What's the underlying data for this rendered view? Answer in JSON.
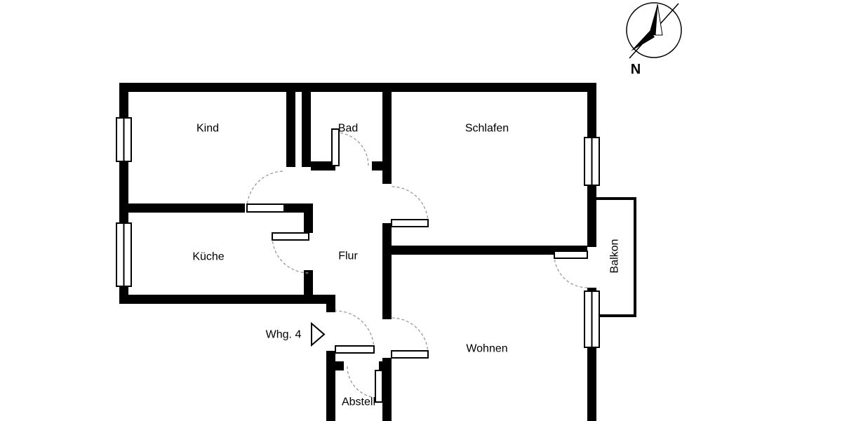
{
  "labels": {
    "kind": "Kind",
    "bad": "Bad",
    "schlafen": "Schlafen",
    "kueche": "Küche",
    "flur": "Flur",
    "wohnen": "Wohnen",
    "abstell": "Abstell",
    "balkon": "Balkon",
    "unit": "Whg. 4",
    "compass_north": "N"
  },
  "icons": {
    "compass": "compass-rose",
    "entrance_marker": "right-pointing-triangle"
  },
  "colors": {
    "background": "#ffffff",
    "wall": "#000000",
    "window_frame": "#000000",
    "door_arc": "#9a9a9a",
    "door_leaf_stroke": "#000000"
  }
}
